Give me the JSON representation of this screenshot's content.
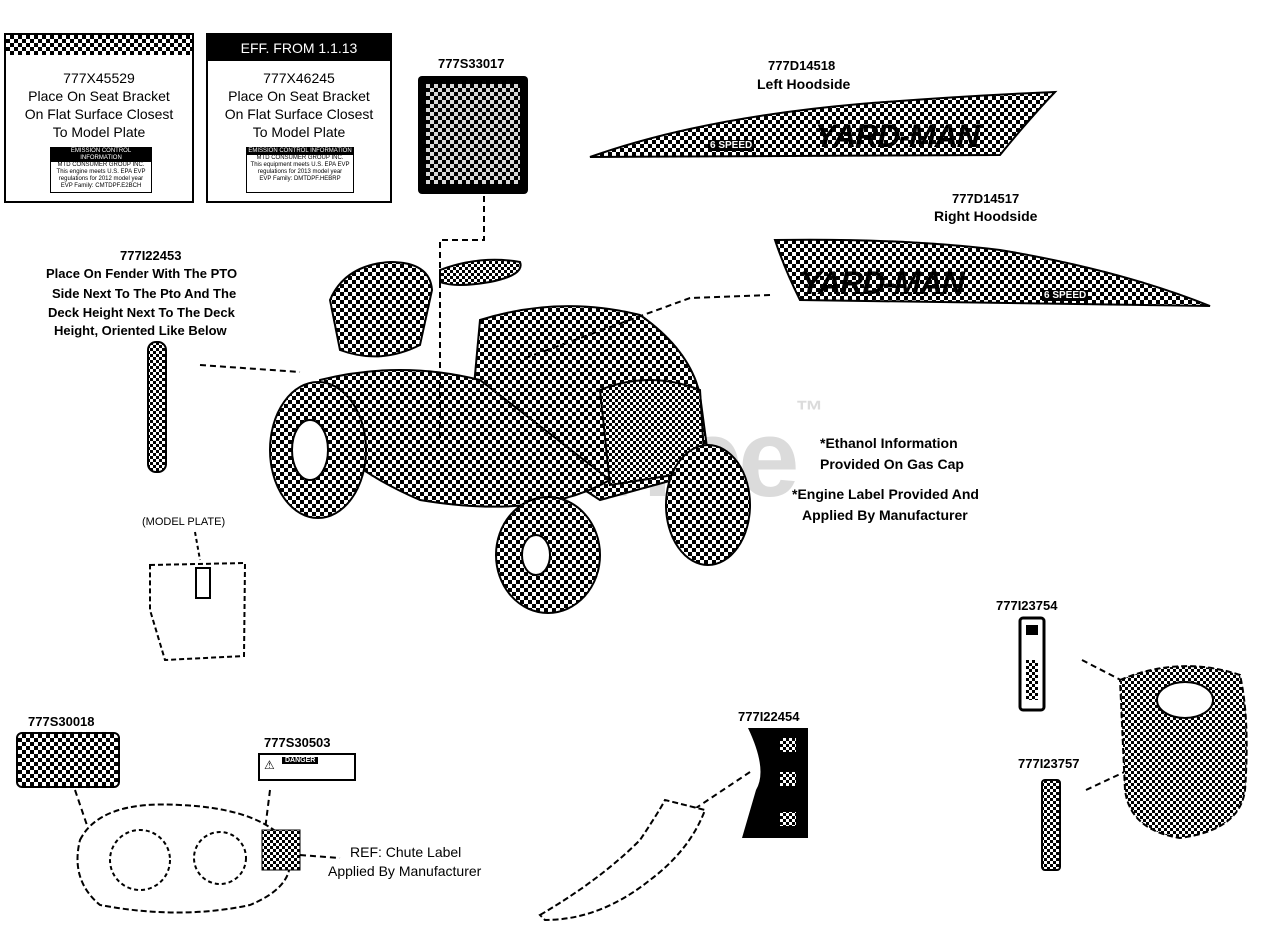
{
  "labels": {
    "a777x45529": {
      "part": "777X45529",
      "lines": [
        "Place On Seat Bracket",
        "On Flat Surface Closest",
        "To Model Plate"
      ],
      "badge_title": "EMISSION CONTROL INFORMATION",
      "badge_lines": [
        "MTD CONSUMER GROUP INC.",
        "This engine meets U.S. EPA EVP",
        "regulations for 2012 model year",
        "EVP Family: CMTDPF.E2BCH"
      ]
    },
    "a777x46245": {
      "header": "EFF. FROM 1.1.13",
      "part": "777X46245",
      "lines": [
        "Place On Seat Bracket",
        "On Flat Surface Closest",
        "To Model Plate"
      ],
      "badge_title": "EMISSION CONTROL INFORMATION",
      "badge_lines": [
        "MTD CONSUMER GROUP INC.",
        "This equipment meets U.S. EPA EVP",
        "regulations for 2013 model year",
        "EVP Family: DMTDPF.HEBRP"
      ]
    },
    "a777s33017": {
      "part": "777S33017"
    },
    "a777d14518": {
      "part": "777D14518",
      "desc": "Left Hoodside",
      "brand": "YARD-MAN",
      "speed": "6 SPEED"
    },
    "a777d14517": {
      "part": "777D14517",
      "desc": "Right Hoodside",
      "brand": "YARD-MAN",
      "speed": "6 SPEED"
    },
    "a777i22453": {
      "part": "777I22453",
      "lines": [
        "Place On Fender With The PTO",
        "Side Next To The Pto And The",
        "Deck Height Next To The Deck",
        "Height, Oriented Like Below"
      ]
    },
    "model_plate": "(MODEL PLATE)",
    "notes": {
      "ethanol": [
        "*Ethanol Information",
        "Provided On Gas Cap"
      ],
      "engine": [
        "*Engine Label Provided And",
        "Applied By Manufacturer"
      ]
    },
    "a777s30018": {
      "part": "777S30018"
    },
    "a777s30503": {
      "part": "777S30503",
      "tag": "DANGER"
    },
    "chute": [
      "REF: Chute Label",
      "Applied By Manufacturer"
    ],
    "a777i22454": {
      "part": "777I22454"
    },
    "a777i23754": {
      "part": "777I23754"
    },
    "a777i23757": {
      "part": "777I23757"
    }
  },
  "watermark": {
    "brand": "PartsTree",
    "tm": "™"
  }
}
